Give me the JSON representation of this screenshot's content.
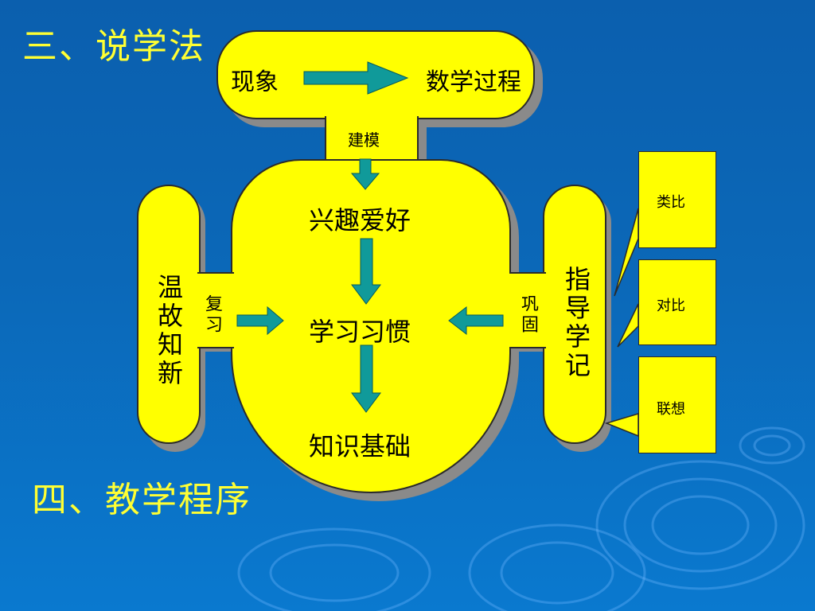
{
  "headings": {
    "section3": "三、说学法",
    "section4": "四、教学程序"
  },
  "top_block": {
    "left_label": "现象",
    "right_label": "数学过程"
  },
  "connector_label": "建模",
  "center": {
    "top": "兴趣爱好",
    "middle": "学习习惯",
    "bottom": "知识基础"
  },
  "left_pill": {
    "label": "温故知新",
    "connector_label": "复习"
  },
  "right_pill": {
    "label": "指导学记",
    "connector_label": "巩固"
  },
  "callouts": [
    "类比",
    "对比",
    "联想"
  ],
  "colors": {
    "background": "#0b68b8",
    "shape_fill": "#ffff00",
    "arrow_fill": "#109a9a",
    "heading_text": "#ffff33"
  }
}
